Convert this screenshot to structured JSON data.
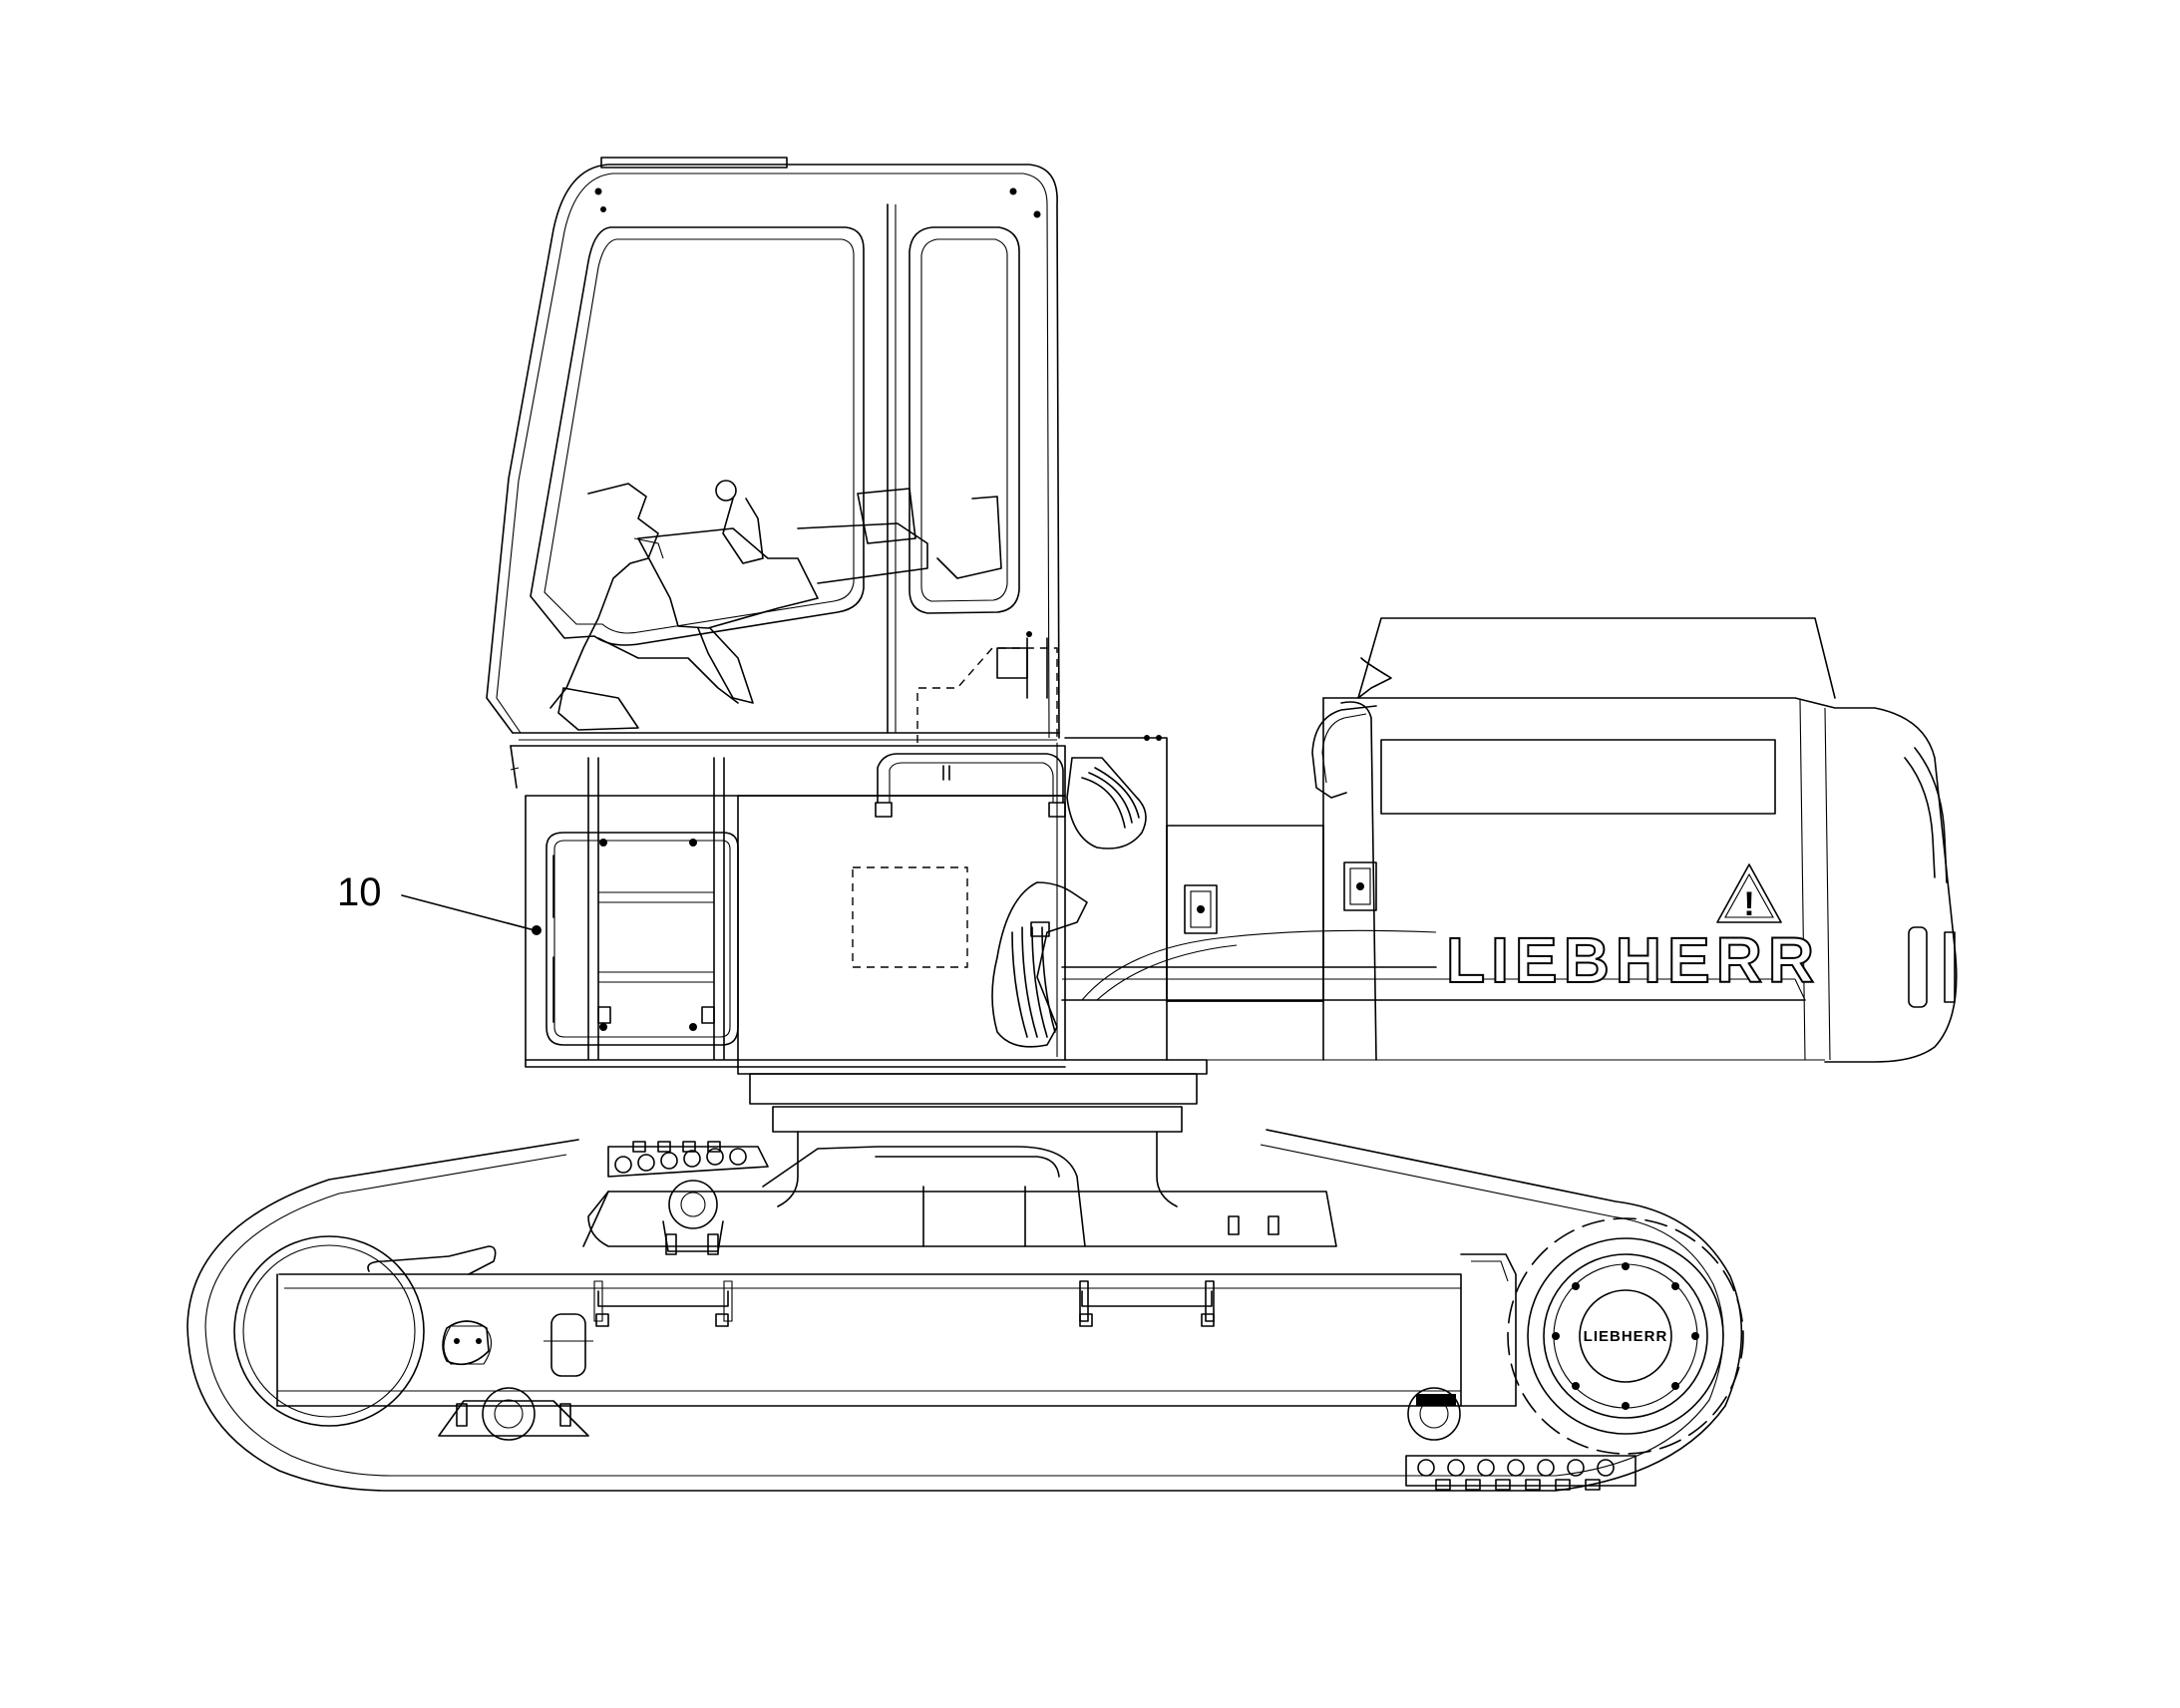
{
  "callout": {
    "number": "10"
  },
  "branding": {
    "side_text": "LIEBHERR",
    "sprocket_text": "LIEBHERR"
  },
  "warning": {
    "symbol": "!"
  },
  "colors": {
    "line": "#000000",
    "background": "#ffffff"
  }
}
